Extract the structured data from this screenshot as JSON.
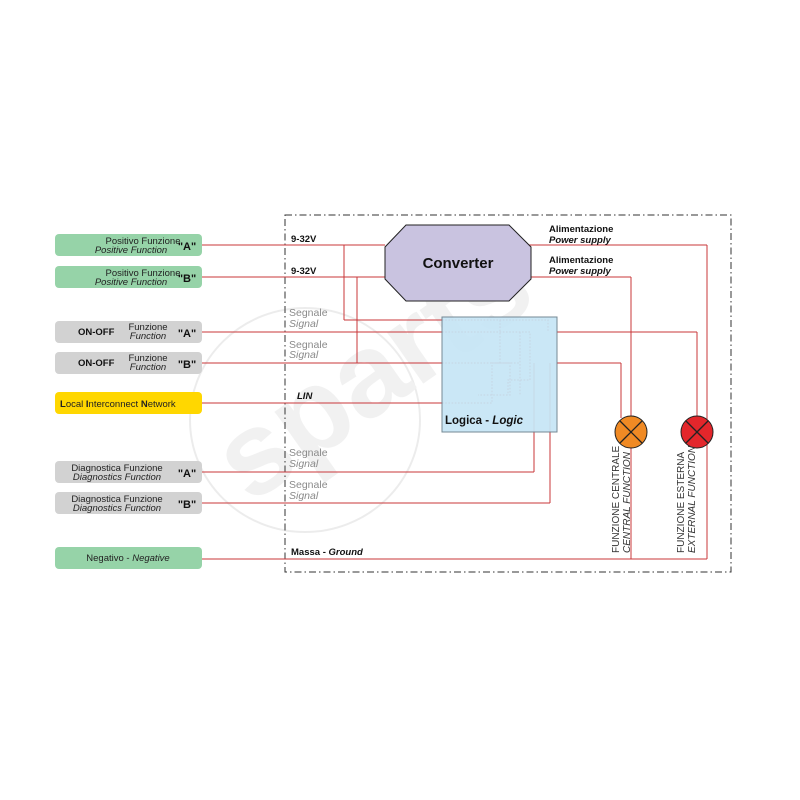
{
  "watermark": "sparts",
  "inputs": [
    {
      "main": "Positivo Funzione",
      "sub": "Positive Function",
      "letter": "\"A\""
    },
    {
      "main": "Positivo Funzione",
      "sub": "Positive Function",
      "letter": "\"B\""
    },
    {
      "main": "ON-OFF",
      "mid": "Funzione",
      "sub": "Function",
      "letter": "\"A\""
    },
    {
      "main": "ON-OFF",
      "mid": "Funzione",
      "sub": "Function",
      "letter": "\"B\""
    },
    {
      "lin1": "L",
      "lin2": "ocal ",
      "lin3": "I",
      "lin4": "nterconnect ",
      "lin5": "N",
      "lin6": "etwork"
    },
    {
      "main": "Diagnostica Funzione",
      "sub": "Diagnostics Function",
      "letter": "\"A\""
    },
    {
      "main": "Diagnostica Funzione",
      "sub": "Diagnostics Function",
      "letter": "\"B\""
    },
    {
      "main": "Negativo",
      "sep": " - ",
      "sub": "Negative"
    }
  ],
  "wire_labels": {
    "v1": "9-32V",
    "v2": "9-32V",
    "seg_it": "Segnale",
    "seg_en": "Signal",
    "lin": "LIN",
    "ground_it": "Massa",
    "ground_sep": " - ",
    "ground_en": "Ground"
  },
  "converter": {
    "label": "Converter"
  },
  "logic": {
    "it": "Logica",
    "sep": " - ",
    "en": "Logic"
  },
  "power_supply": {
    "it": "Alimentazione",
    "en": "Power supply"
  },
  "outputs": [
    {
      "it": "FUNZIONE CENTRALE",
      "en": "CENTRAL FUNCTION",
      "color": "#f08a24"
    },
    {
      "it": "FUNZIONE ESTERNA",
      "en": "EXTERNAL FUNCTION",
      "color": "#e3262b"
    }
  ],
  "colors": {
    "green": "#96d3a8",
    "gray": "#d2d2d2",
    "yellow": "#ffd700",
    "converter": "#c9c3e0",
    "logic": "#c6e6f6",
    "wire": "#c9373a"
  }
}
